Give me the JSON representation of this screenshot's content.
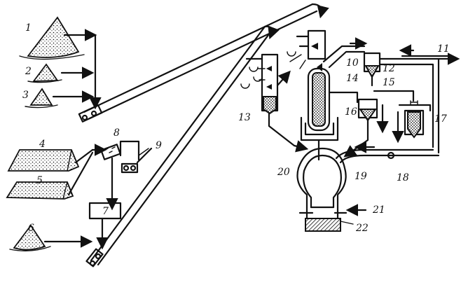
{
  "labels": {
    "l1": "1",
    "l2": "2",
    "l3": "3",
    "l4": "4",
    "l5": "5",
    "l6": "6",
    "l7": "7",
    "l8": "8",
    "l9": "9",
    "l10": "10",
    "l11": "11",
    "l12": "12",
    "l13": "13",
    "l14": "14",
    "l15": "15",
    "l16": "16",
    "l17": "17",
    "l18": "18",
    "l19": "19",
    "l20": "20",
    "l21": "21",
    "l22": "22"
  },
  "colors": {
    "ink": "#111111",
    "paper": "#ffffff"
  }
}
